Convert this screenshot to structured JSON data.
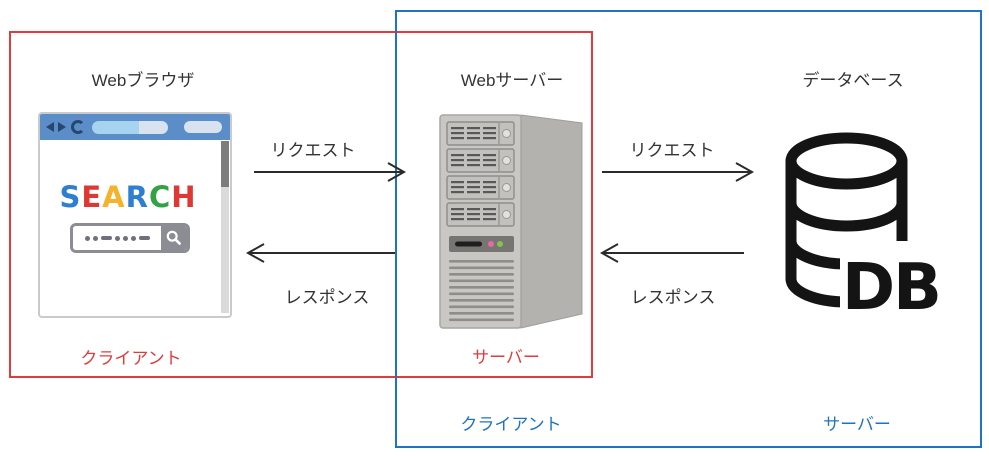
{
  "groups": {
    "red": {
      "client_label": "クライアント",
      "server_label": "サーバー",
      "color": "#e23b3c"
    },
    "blue": {
      "client_label": "クライアント",
      "server_label": "サーバー",
      "color": "#1e73c4"
    }
  },
  "nodes": {
    "browser": {
      "title": "Webブラウザ",
      "search_logo": [
        {
          "ch": "S",
          "color": "#2e7fd0"
        },
        {
          "ch": "E",
          "color": "#df3834"
        },
        {
          "ch": "A",
          "color": "#f4b32a"
        },
        {
          "ch": "R",
          "color": "#2e7fd0"
        },
        {
          "ch": "C",
          "color": "#33a245"
        },
        {
          "ch": "H",
          "color": "#df3834"
        }
      ]
    },
    "web_server": {
      "title": "Webサーバー"
    },
    "database": {
      "title": "データベース",
      "badge": "DB"
    }
  },
  "arrows": {
    "browser_to_server": {
      "label": "リクエスト",
      "direction": "right"
    },
    "server_to_browser": {
      "label": "レスポンス",
      "direction": "left"
    },
    "server_to_db": {
      "label": "リクエスト",
      "direction": "right"
    },
    "db_to_server": {
      "label": "レスポンス",
      "direction": "left"
    }
  },
  "icons": {
    "browser_back": "back-triangle-icon",
    "browser_forward": "forward-triangle-icon",
    "browser_refresh": "refresh-icon",
    "browser_magnifier": "magnifier-icon",
    "server": "server-tower-icon",
    "database": "database-cylinder-icon"
  },
  "colors": {
    "text": "#333333",
    "arrow": "#2b2b2b"
  }
}
